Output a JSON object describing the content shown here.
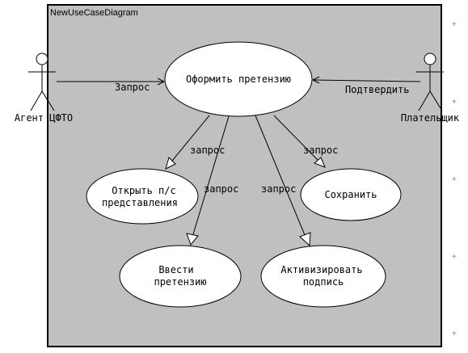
{
  "diagram": {
    "title": "NewUseCaseDiagram",
    "actors": {
      "left": "Агент ЦФТО",
      "right": "Плательщик"
    },
    "use_cases": {
      "main": "Оформить претензию",
      "open": [
        "Открыть п/с",
        "представления"
      ],
      "save": "Сохранить",
      "enter": [
        "Ввести",
        "претензию"
      ],
      "activate": [
        "Активизировать",
        "подпись"
      ]
    },
    "edges": {
      "left_request": "Запрос",
      "right_confirm": "Подтвердить",
      "open_request": "запрос",
      "enter_request": "запрос",
      "activate_request": "запрос",
      "save_request": "запрос"
    },
    "colors": {
      "frame_fill": "#c0c0c0",
      "ellipse_fill": "#ffffff",
      "line": "#000000",
      "grid_mark": "#808080"
    }
  }
}
